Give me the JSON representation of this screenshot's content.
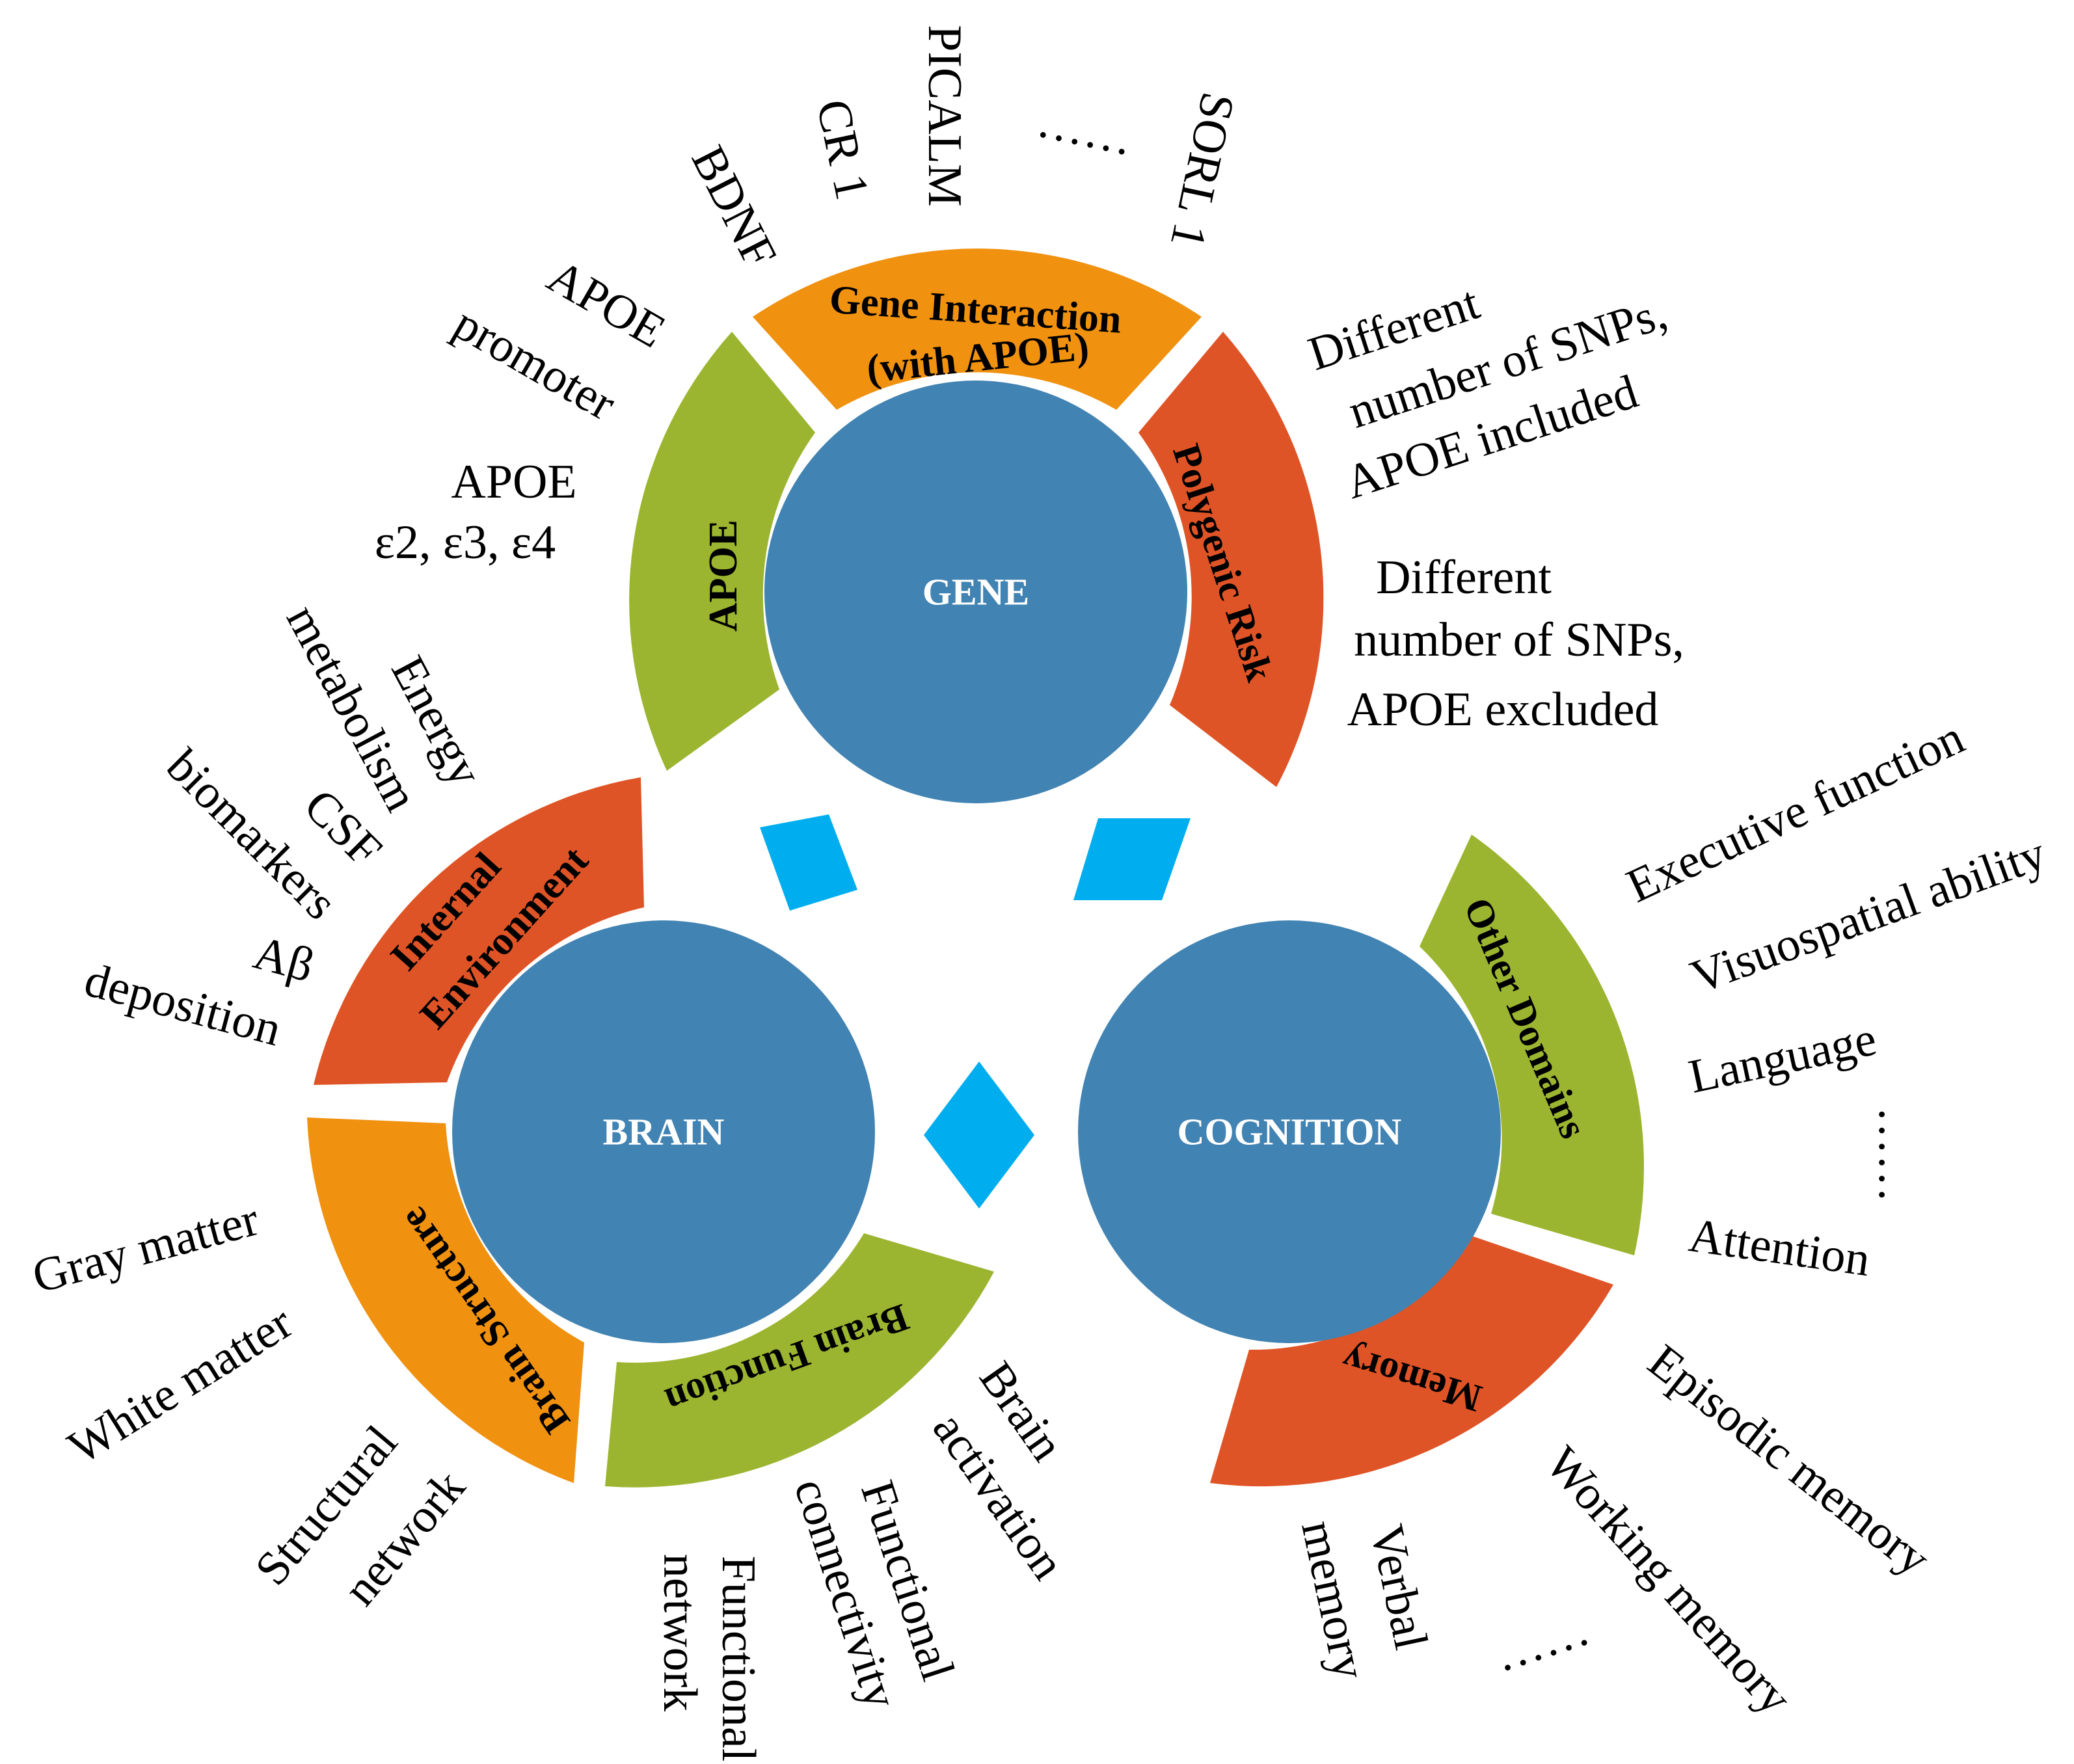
{
  "colors": {
    "hub": "#4183B2",
    "green": "#9BB530",
    "orange": "#F0910F",
    "red": "#DF5426",
    "diamond": "#00AEEF"
  },
  "hubs": {
    "gene": "GENE",
    "brain": "BRAIN",
    "cognition": "COGNITION"
  },
  "segments": {
    "gene_interaction": [
      "Gene Interaction",
      "(with APOE)"
    ],
    "apoe": "APOE",
    "polygenic_risk": "Polygenic Risk",
    "internal_environment": [
      "Internal",
      "Environment"
    ],
    "brain_structure": "Brain Structure",
    "brain_function": "Brain Function",
    "other_domains": "Other Domains",
    "memory": "Memory"
  },
  "labels": {
    "bdnf": "BDNF",
    "cr1": "CR 1",
    "picalm": "PICALM",
    "gene_ellipsis": "……",
    "sorl1": "SORL 1",
    "apoe_promoter": [
      "APOE",
      "promoter"
    ],
    "apoe_alleles": [
      "APOE",
      "ε2, ε3, ε4"
    ],
    "snps_included": [
      "Different",
      "number of SNPs,",
      "APOE included"
    ],
    "snps_excluded": [
      "Different",
      "number of SNPs,",
      "APOE excluded"
    ],
    "energy_metabolism": [
      "Energy",
      "metabolism"
    ],
    "csf_biomarkers": [
      "CSF",
      "biomarkers"
    ],
    "abeta_deposition": [
      "Aβ",
      "deposition"
    ],
    "gray_matter": "Gray matter",
    "white_matter": "White matter",
    "structural_network": [
      "Structural",
      "network"
    ],
    "functional_network": [
      "Functional",
      "network"
    ],
    "functional_connectivity": [
      "Functional",
      "connectivity"
    ],
    "brain_activation": [
      "Brain",
      "activation"
    ],
    "executive_function": "Executive function",
    "visuospatial_ability": "Visuospatial ability",
    "language": "Language",
    "domains_ellipsis": "……",
    "attention": "Attention",
    "episodic_memory": "Episodic memory",
    "working_memory": "Working memory",
    "memory_ellipsis": "……",
    "verbal_memory": [
      "Verbal",
      "memory"
    ]
  }
}
